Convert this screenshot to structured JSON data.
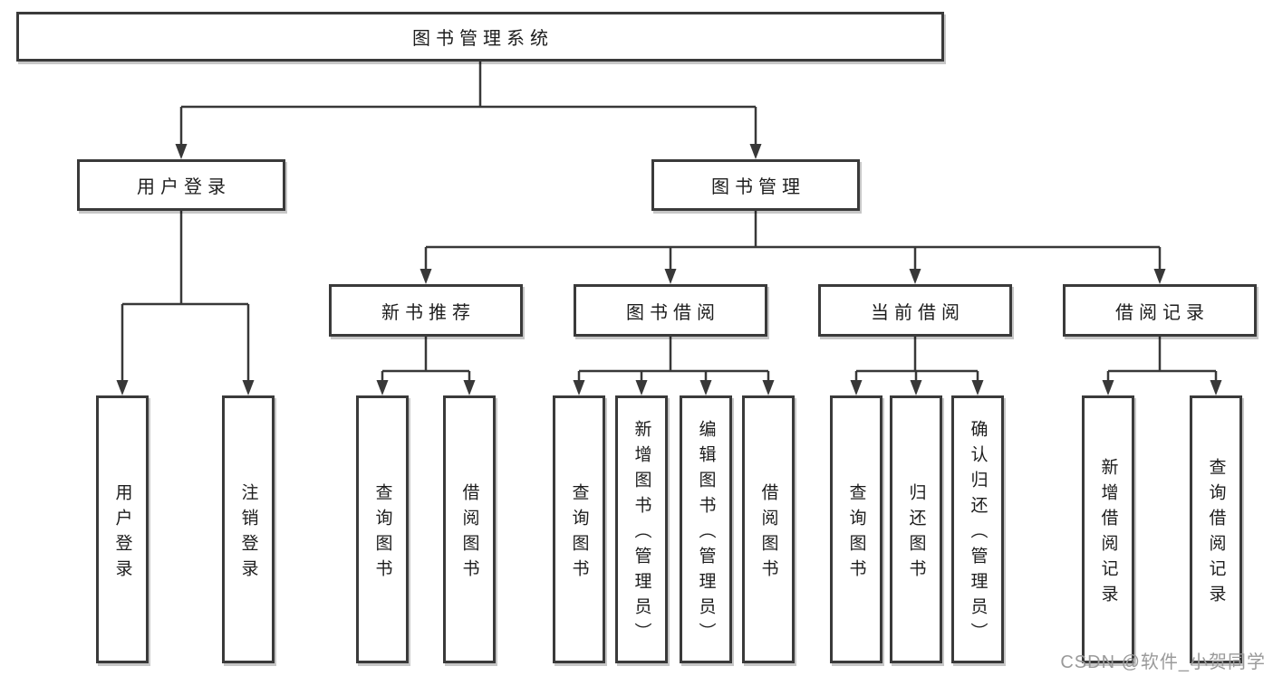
{
  "tree": {
    "label": "图书管理系统",
    "children": [
      {
        "label": "用户登录",
        "children": [
          {
            "label": "用户登录"
          },
          {
            "label": "注销登录"
          }
        ]
      },
      {
        "label": "图书管理",
        "children": [
          {
            "label": "新书推荐",
            "children": [
              {
                "label": "查询图书"
              },
              {
                "label": "借阅图书"
              }
            ]
          },
          {
            "label": "图书借阅",
            "children": [
              {
                "label": "查询图书"
              },
              {
                "label": "新增图书（管理员）"
              },
              {
                "label": "编辑图书（管理员）"
              },
              {
                "label": "借阅图书"
              }
            ]
          },
          {
            "label": "当前借阅",
            "children": [
              {
                "label": "查询图书"
              },
              {
                "label": "归还图书"
              },
              {
                "label": "确认归还（管理员）"
              }
            ]
          },
          {
            "label": "借阅记录",
            "children": [
              {
                "label": "新增借阅记录"
              },
              {
                "label": "查询借阅记录"
              }
            ]
          }
        ]
      }
    ]
  },
  "watermark": {
    "text": "CSDN @软件_小贺同学"
  },
  "colors": {
    "line": "#383838",
    "box_border": "#3a3a3a",
    "text": "#1d1d1d",
    "background": "#ffffff",
    "watermark": "#9a9a9a"
  }
}
